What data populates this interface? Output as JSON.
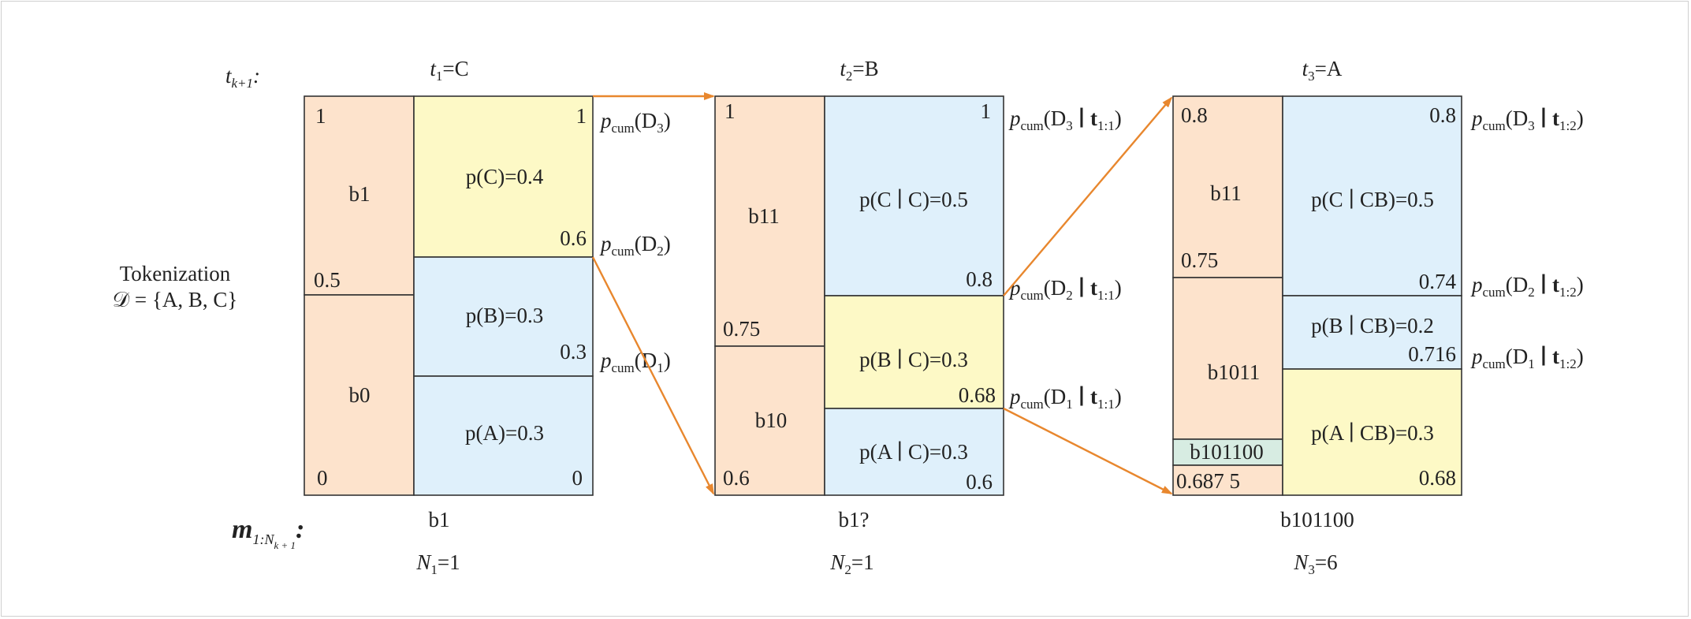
{
  "header_label": "t",
  "header_label_sub": "k+1",
  "steps": [
    {
      "token_label": "t",
      "token_sub": "1",
      "token_value": "=C",
      "bits_value": "b1",
      "n_label": "N",
      "n_sub": "1",
      "n_value": "=1",
      "bin_col": [
        {
          "label": "b1",
          "top": "1",
          "bottom": "0.5"
        },
        {
          "label": "b0",
          "top": "",
          "bottom": "0"
        }
      ],
      "prob_col": [
        {
          "label": "p(C)=0.4",
          "value": "1",
          "bottom": "0.6"
        },
        {
          "label": "p(B)=0.3",
          "value": "",
          "bottom": "0.3"
        },
        {
          "label": "p(A)=0.3",
          "value": "",
          "bottom": "0"
        }
      ],
      "cum_labels": [
        {
          "p": "p",
          "sub": "cum",
          "arg": "(D",
          "arg_sub": "3",
          "cond": "",
          "cond_sub": "",
          "close": ")"
        },
        {
          "p": "p",
          "sub": "cum",
          "arg": "(D",
          "arg_sub": "2",
          "cond": "",
          "cond_sub": "",
          "close": ")"
        },
        {
          "p": "p",
          "sub": "cum",
          "arg": "(D",
          "arg_sub": "1",
          "cond": "",
          "cond_sub": "",
          "close": ")"
        }
      ]
    },
    {
      "token_label": "t",
      "token_sub": "2",
      "token_value": "=B",
      "bits_value": "b1?",
      "n_label": "N",
      "n_sub": "2",
      "n_value": "=1",
      "bin_col": [
        {
          "label": "b11",
          "top": "1",
          "bottom": "0.75"
        },
        {
          "label": "b10",
          "top": "",
          "bottom": "0.6"
        }
      ],
      "prob_col": [
        {
          "label": "p(C ∣ C)=0.5",
          "value": "1",
          "bottom": "0.8"
        },
        {
          "label": "p(B ∣ C)=0.3",
          "value": "",
          "bottom": "0.68"
        },
        {
          "label": "p(A ∣ C)=0.3",
          "value": "",
          "bottom": "0.6"
        }
      ],
      "cum_labels": [
        {
          "p": "p",
          "sub": "cum",
          "arg": "(D",
          "arg_sub": "3",
          "cond": " ∣ t",
          "cond_sub": "1:1",
          "close": ")"
        },
        {
          "p": "p",
          "sub": "cum",
          "arg": "(D",
          "arg_sub": "2",
          "cond": " ∣ t",
          "cond_sub": "1:1",
          "close": ")"
        },
        {
          "p": "p",
          "sub": "cum",
          "arg": "(D",
          "arg_sub": "1",
          "cond": " ∣ t",
          "cond_sub": "1:1",
          "close": ")"
        }
      ]
    },
    {
      "token_label": "t",
      "token_sub": "3",
      "token_value": "=A",
      "bits_value": "b101100",
      "n_label": "N",
      "n_sub": "3",
      "n_value": "=6",
      "bin_col": [
        {
          "label": "b11",
          "top": "0.8",
          "bottom": "0.75"
        },
        {
          "label": "b1011",
          "top": "",
          "bottom": ""
        },
        {
          "label": "b101100",
          "top": "",
          "bottom": ""
        },
        {
          "label": "",
          "top": "",
          "bottom": "0.687 5"
        }
      ],
      "prob_col": [
        {
          "label": "p(C ∣ CB)=0.5",
          "value": "0.8",
          "bottom": "0.74"
        },
        {
          "label": "p(B ∣ CB)=0.2",
          "value": "",
          "bottom": "0.716"
        },
        {
          "label": "p(A ∣ CB)=0.3",
          "value": "",
          "bottom": "0.68"
        }
      ],
      "cum_labels": [
        {
          "p": "p",
          "sub": "cum",
          "arg": "(D",
          "arg_sub": "3",
          "cond": " ∣ t",
          "cond_sub": "1:2",
          "close": ")"
        },
        {
          "p": "p",
          "sub": "cum",
          "arg": "(D",
          "arg_sub": "2",
          "cond": " ∣ t",
          "cond_sub": "1:2",
          "close": ")"
        },
        {
          "p": "p",
          "sub": "cum",
          "arg": "(D",
          "arg_sub": "1",
          "cond": " ∣ t",
          "cond_sub": "1:2",
          "close": ")"
        }
      ]
    }
  ],
  "tokenization": {
    "title": "Tokenization",
    "set": "𝒟 = {A, B, C}"
  },
  "message": {
    "label": "m",
    "sub": "1:N",
    "sub_sub": "k + 1",
    "colon": ":"
  },
  "colors": {
    "bin_fill": "#fde3cc",
    "blue_fill": "#dff0fb",
    "yellow_fill": "#fdf9c6",
    "green_fill": "#d7ece2",
    "arrow": "#e8872e"
  }
}
